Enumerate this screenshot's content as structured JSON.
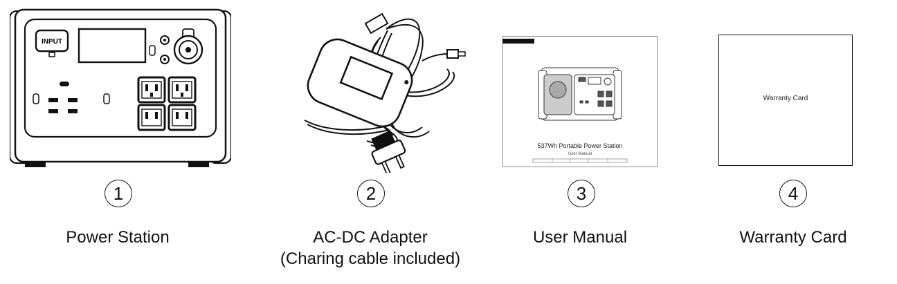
{
  "items": [
    {
      "number": "1",
      "label": "Power Station",
      "icon": "power-station-icon"
    },
    {
      "number": "2",
      "label_line1": "AC-DC Adapter",
      "label_line2": "(Charing cable included)",
      "icon": "ac-dc-adapter-icon"
    },
    {
      "number": "3",
      "label": "User Manual",
      "icon": "user-manual-icon",
      "cover_title": "537Wh Portable Power Station",
      "cover_subtitle": "User Manual"
    },
    {
      "number": "4",
      "label": "Warranty Card",
      "icon": "warranty-card-icon",
      "card_text": "Warranty Card"
    }
  ],
  "power_station": {
    "input_label": "INPUT"
  }
}
